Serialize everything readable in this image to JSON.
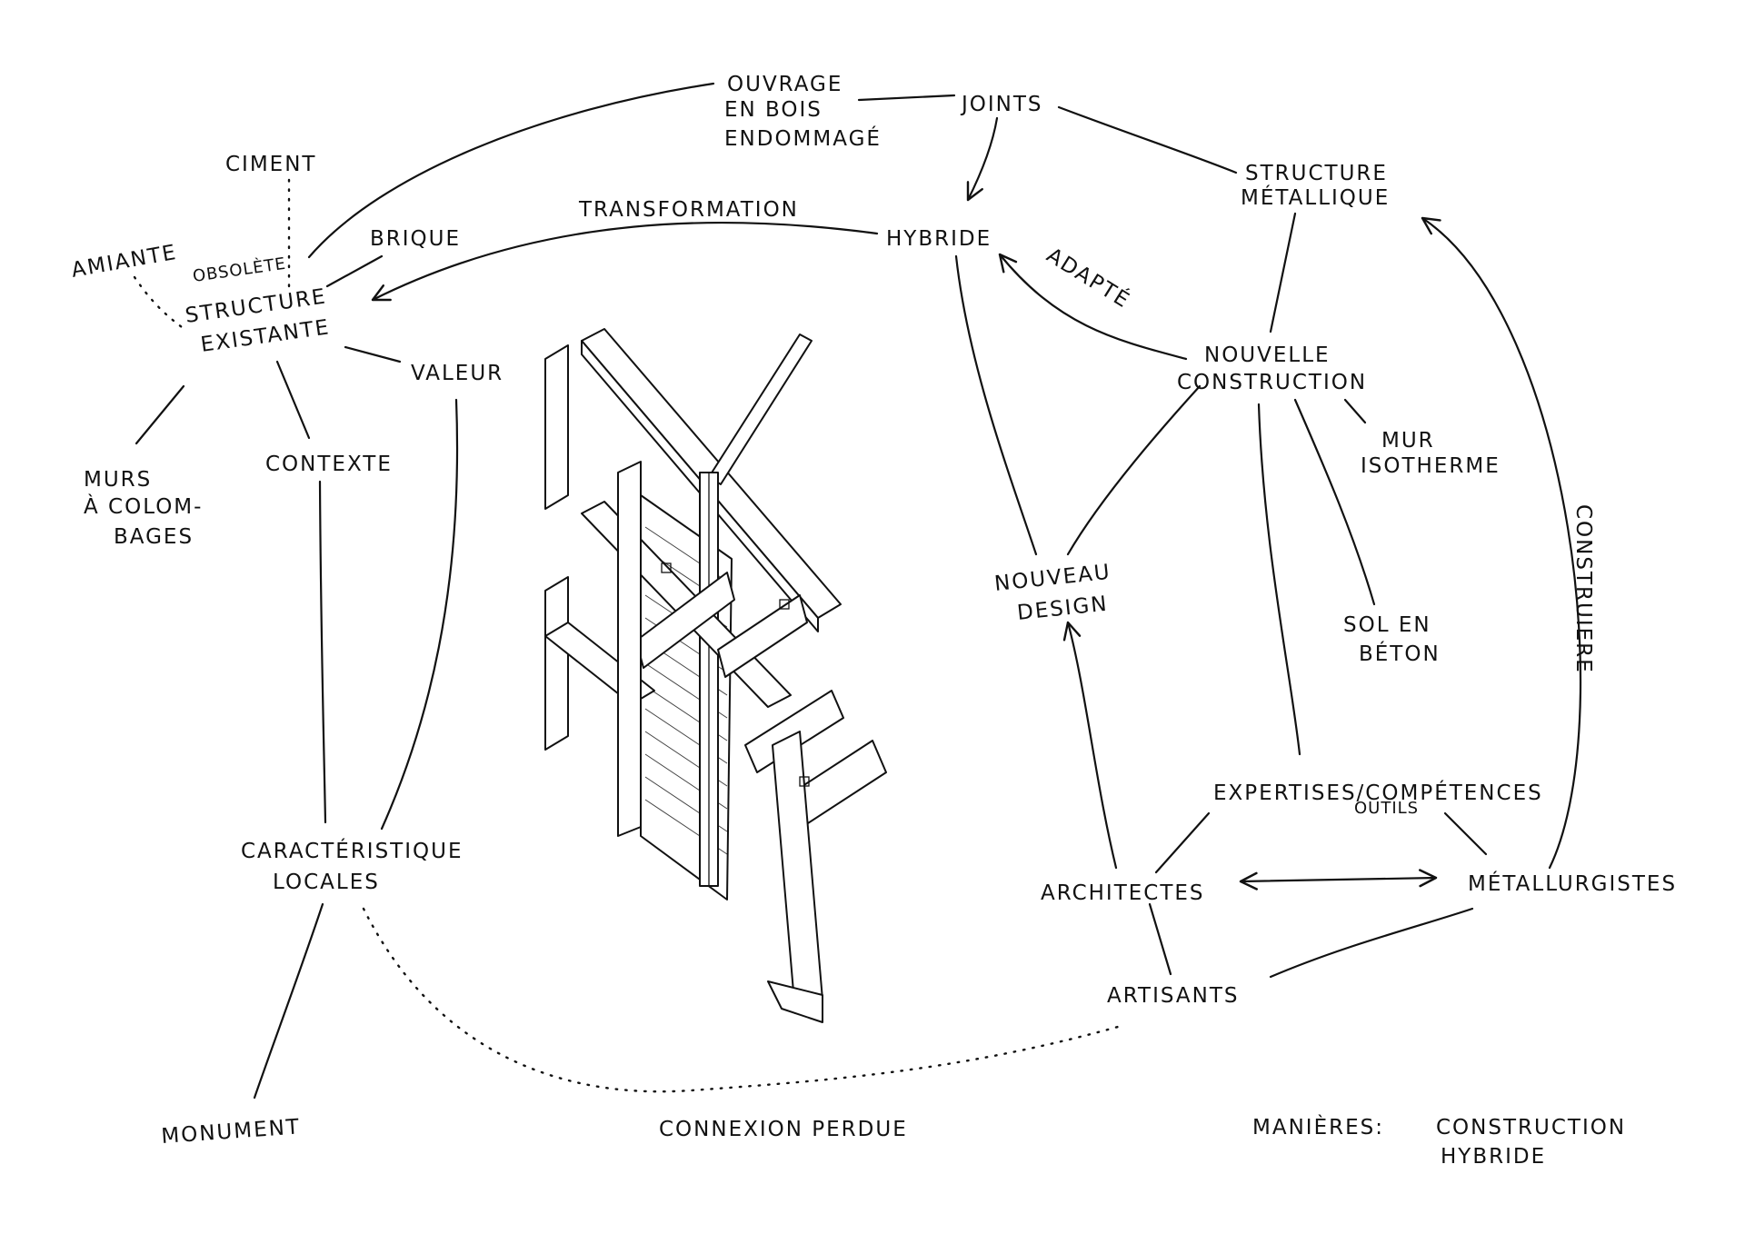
{
  "labels": {
    "ouvrage": [
      "OUVRAGE",
      "EN BOIS",
      "ENDOMMAGÉ"
    ],
    "joints": "JOINTS",
    "structure_metallique": [
      "STRUCTURE",
      "MÉTALLIQUE"
    ],
    "ciment": "CIMENT",
    "amiante": "AMIANTE",
    "obsolete": "OBSOLÈTE",
    "brique": "BRIQUE",
    "transformation": "TRANSFORMATION",
    "hybride": "HYBRIDE",
    "adapte": "ADAPTÉ",
    "structure_existante": [
      "STRUCTURE",
      "EXISTANTE"
    ],
    "valeur": "VALEUR",
    "nouvelle_construction": [
      "NOUVELLE",
      "CONSTRUCTION"
    ],
    "murs_colombages": [
      "MURS",
      "À COLOM-",
      "BAGES"
    ],
    "contexte": "CONTEXTE",
    "mur_isotherme": [
      "MUR",
      "ISOTHERME"
    ],
    "construire": "CONSTRUIERE",
    "nouveau_design": [
      "NOUVEAU",
      "DESIGN"
    ],
    "sol_beton": [
      "SOL EN",
      "BÉTON"
    ],
    "expertises": [
      "EXPERTISES/COMPÉTENCES",
      "OUTILS"
    ],
    "caracteristique": [
      "CARACTÉRISTIQUE",
      "LOCALES"
    ],
    "architectes": "ARCHITECTES",
    "metallurgistes": "MÉTALLURGISTES",
    "artisans": "ARTISANTS",
    "monument": "MONUMENT",
    "connexion_perdue": "CONNEXION PERDUE",
    "manieres": "MANIÈRES:",
    "construction_hybride": [
      "CONSTRUCTION",
      "HYBRIDE"
    ]
  }
}
